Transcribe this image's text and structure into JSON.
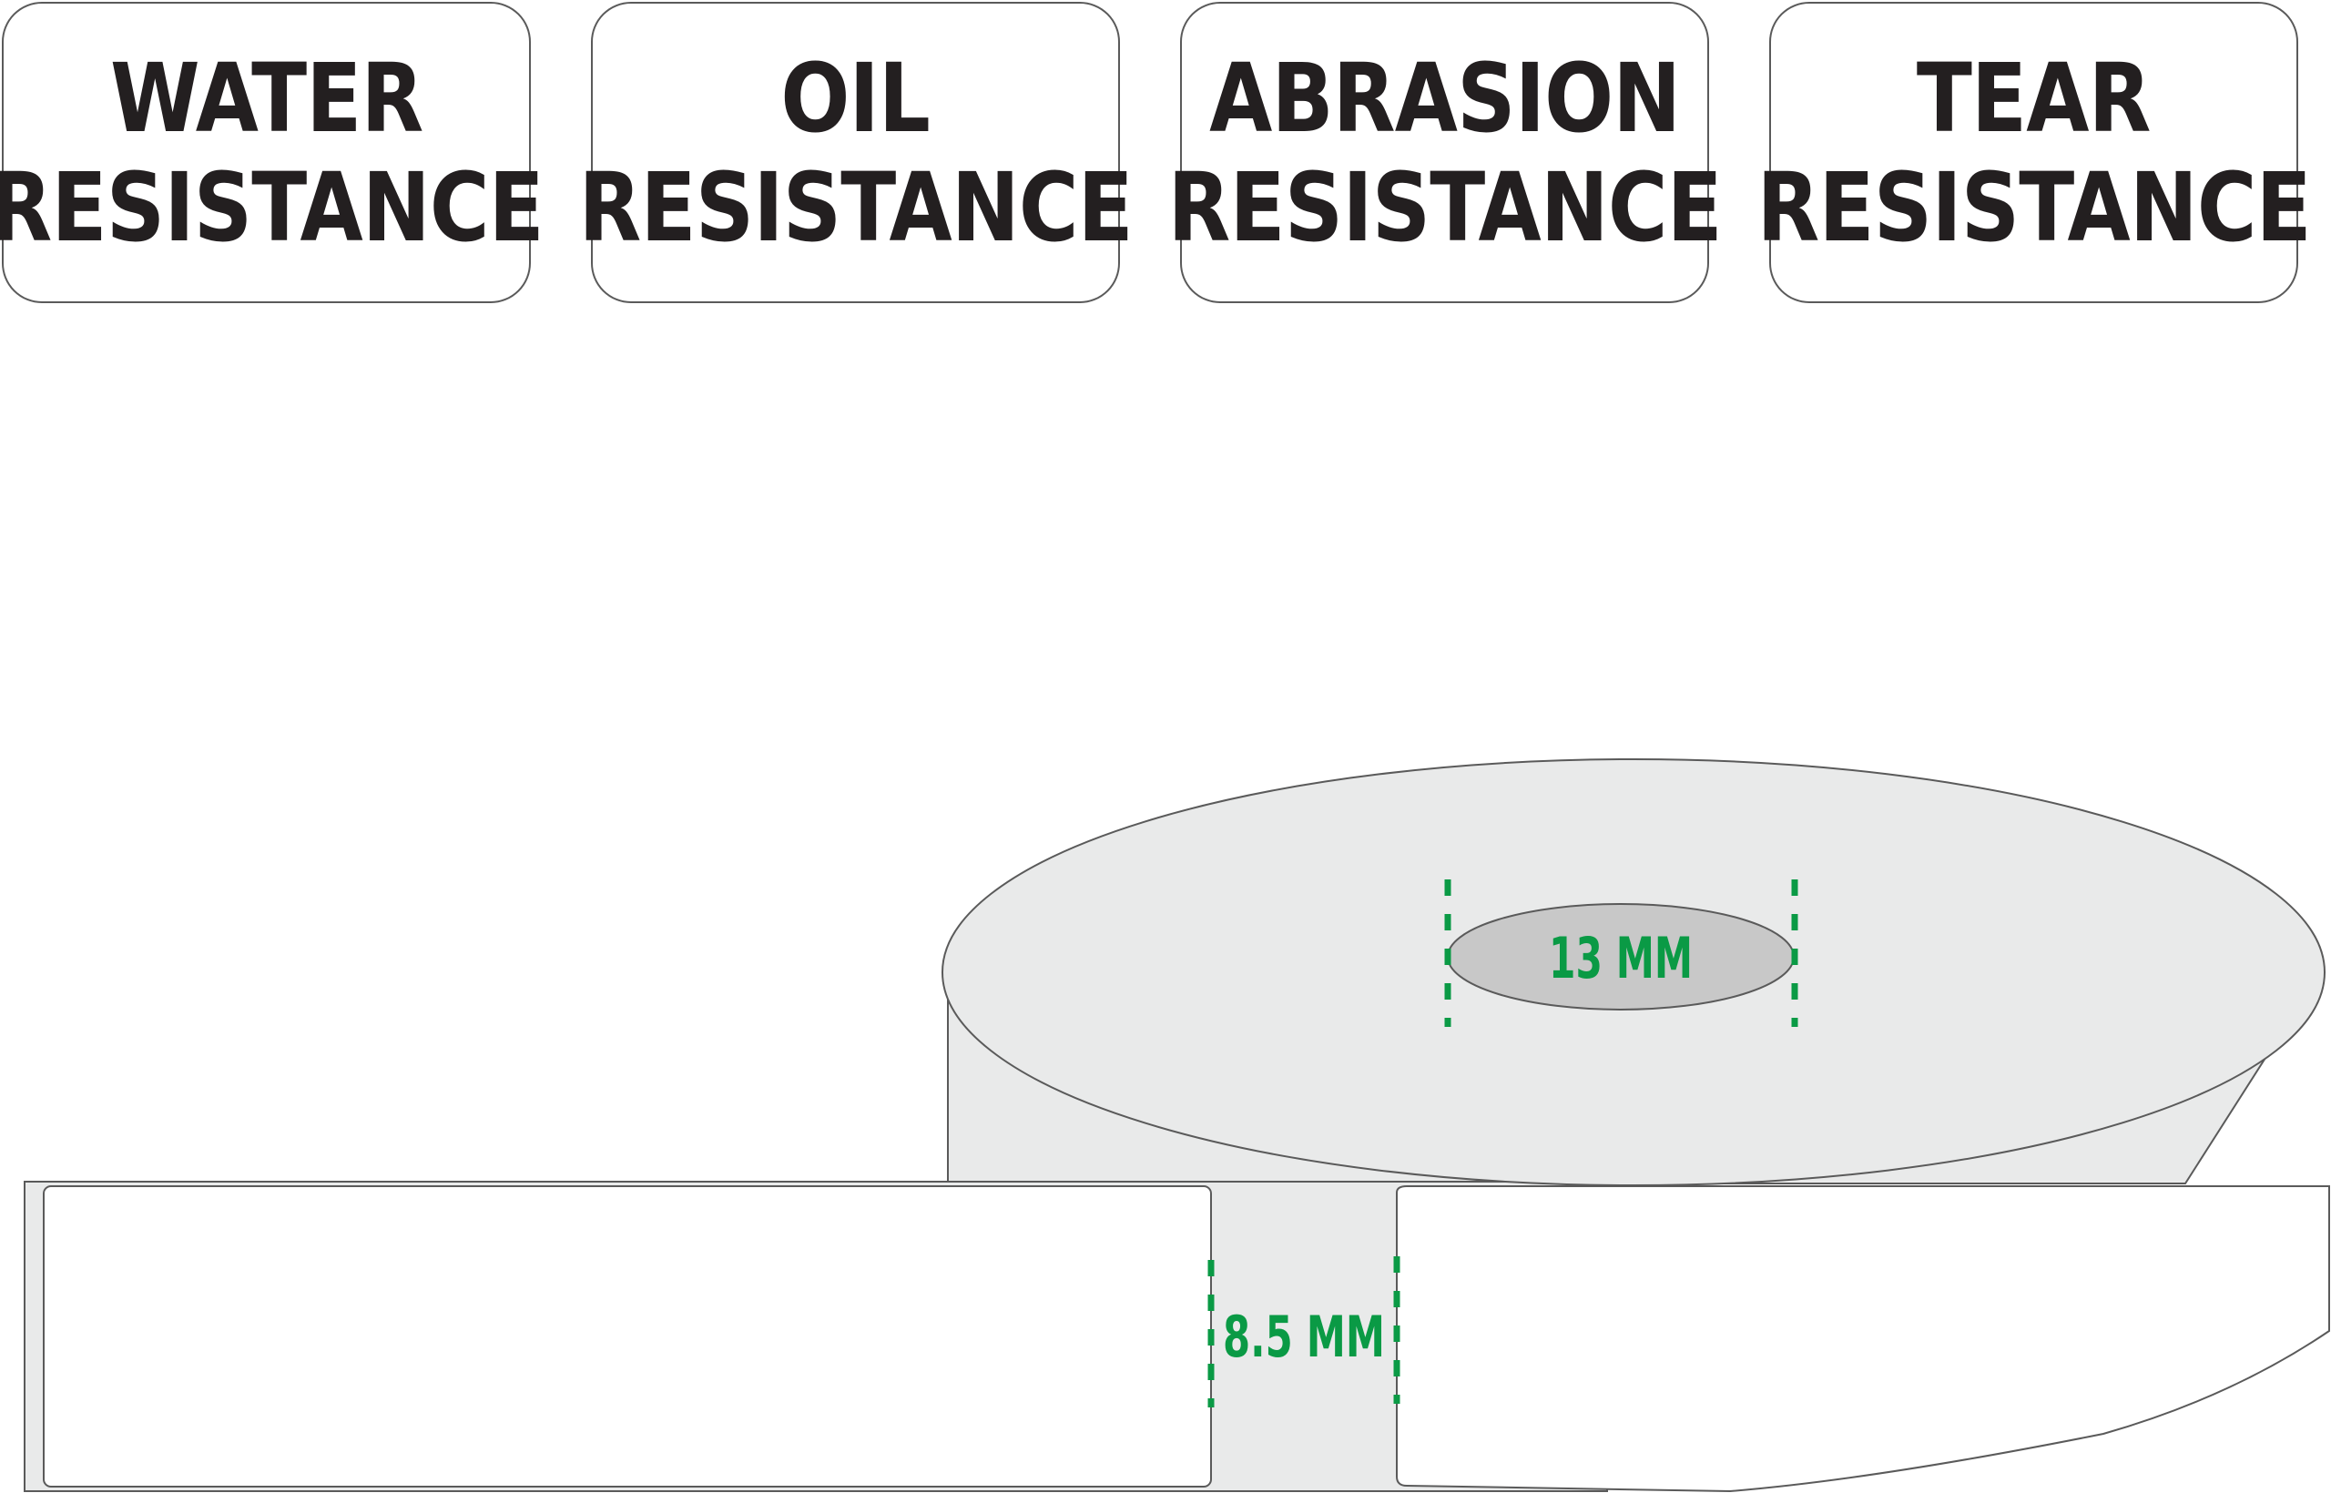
{
  "features": [
    {
      "line1": "WATER",
      "line2": "RESISTANCE"
    },
    {
      "line1": "OIL",
      "line2": "RESISTANCE"
    },
    {
      "line1": "ABRASION",
      "line2": "RESISTANCE"
    },
    {
      "line1": "TEAR",
      "line2": "RESISTANCE"
    }
  ],
  "dimensions": {
    "core_diameter": "13 MM",
    "label_gap": "8.5 MM"
  },
  "colors": {
    "dimension": "#0a9a45",
    "text": "#231f20",
    "roll_face": "#e9eaea",
    "core": "#c8c8c8",
    "outline": "#5a5a5a"
  }
}
